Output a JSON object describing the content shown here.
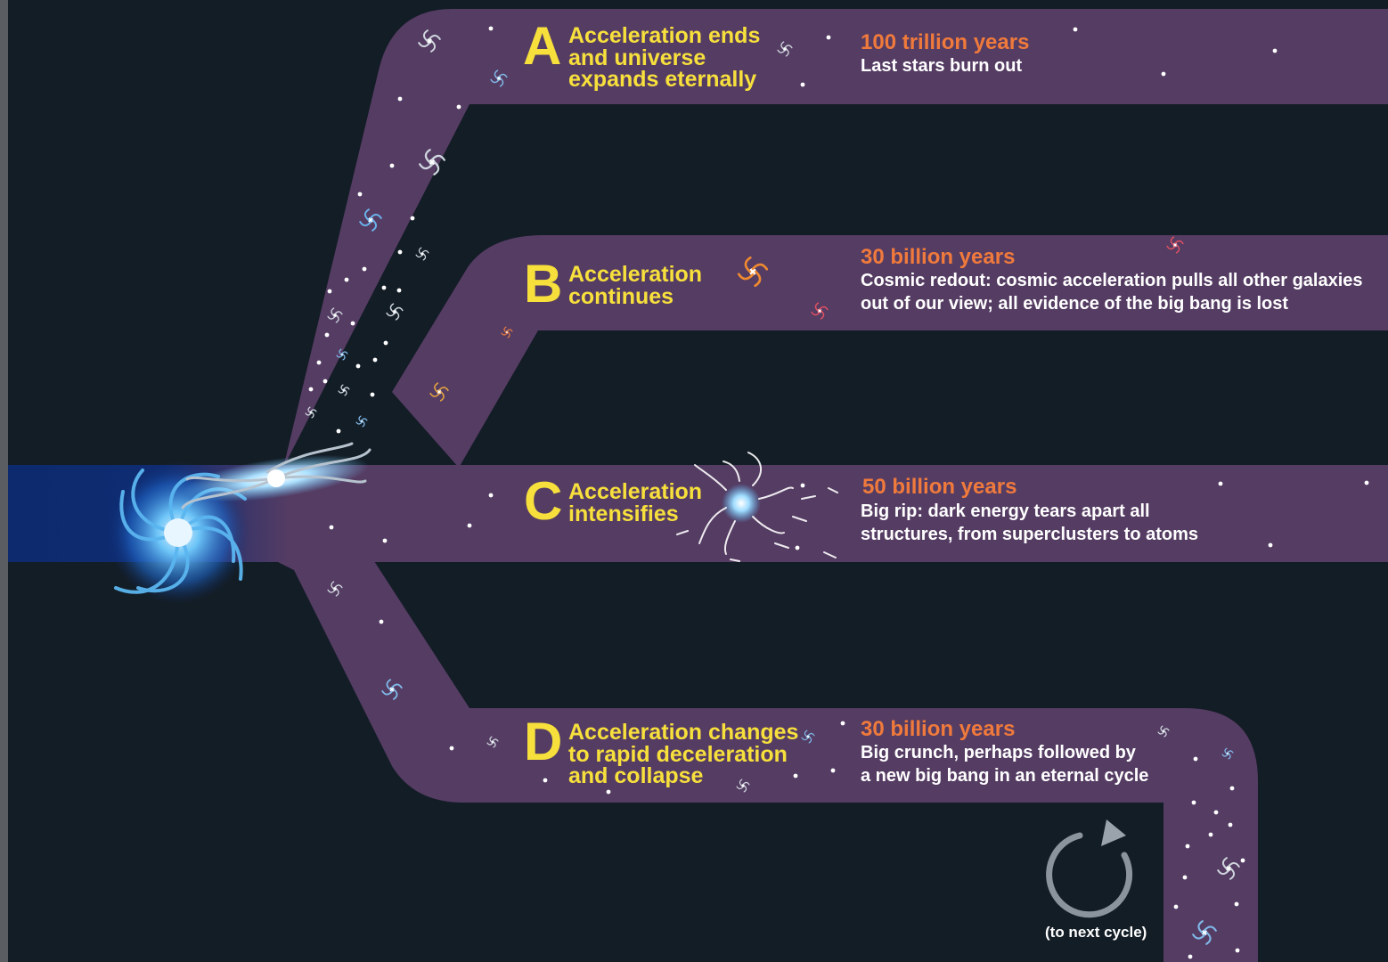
{
  "colors": {
    "background": "#131d26",
    "path": "#553c63",
    "present_band": "#0d2a6e",
    "letter": "#f7e03c",
    "timescale": "#f07a3c",
    "description": "#ffffff",
    "cycle_arrow": "#9aa3ab"
  },
  "scenarios": [
    {
      "letter": "A",
      "heading_lines": [
        "Acceleration ends",
        "and universe",
        "expands eternally"
      ],
      "timescale": "100 trillion years",
      "description_lines": [
        "Last stars burn out"
      ]
    },
    {
      "letter": "B",
      "heading_lines": [
        "Acceleration",
        "continues"
      ],
      "timescale": "30 billion years",
      "description_lines": [
        "Cosmic redout: cosmic acceleration pulls all other galaxies",
        "out of our view; all evidence of the big bang is lost"
      ]
    },
    {
      "letter": "C",
      "heading_lines": [
        "Acceleration",
        "intensifies"
      ],
      "timescale": "50 billion years",
      "description_lines": [
        "Big rip: dark energy tears apart all",
        "structures, from superclusters to atoms"
      ]
    },
    {
      "letter": "D",
      "heading_lines": [
        "Acceleration changes",
        "to rapid deceleration",
        "and collapse"
      ],
      "timescale": "30 billion years",
      "description_lines": [
        "Big crunch, perhaps followed by",
        "a new big bang in an eternal cycle"
      ]
    }
  ],
  "cycle": {
    "caption": "(to next cycle)",
    "icon": "circular-arrow-icon"
  },
  "icons": {
    "galaxy": "spiral-galaxy-icon",
    "star": "star-dot-icon"
  }
}
